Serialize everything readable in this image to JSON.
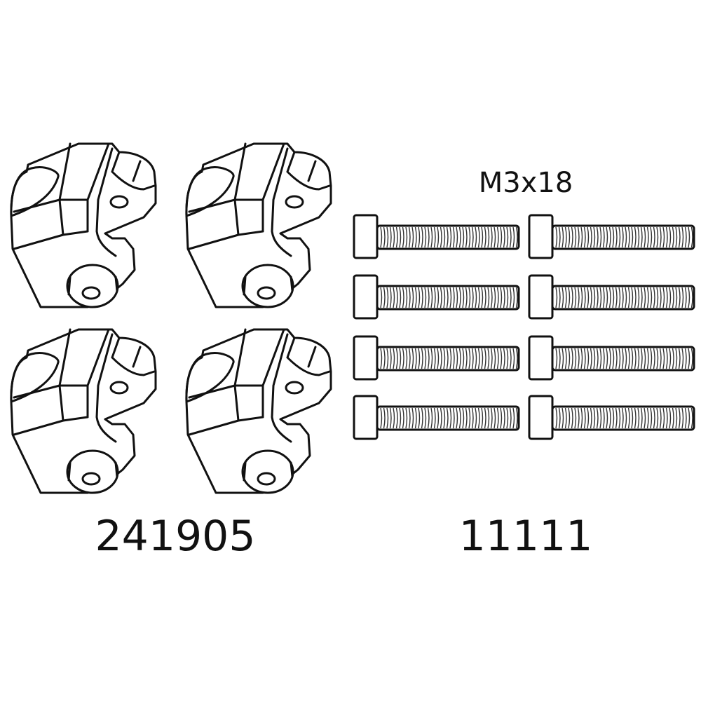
{
  "parts": [
    {
      "part_number": "241905",
      "quantity": 4,
      "icon": "mount-bracket-icon"
    },
    {
      "part_number": "11111",
      "spec": "M3x18",
      "quantity": 8,
      "icon": "cap-screw-icon"
    }
  ]
}
